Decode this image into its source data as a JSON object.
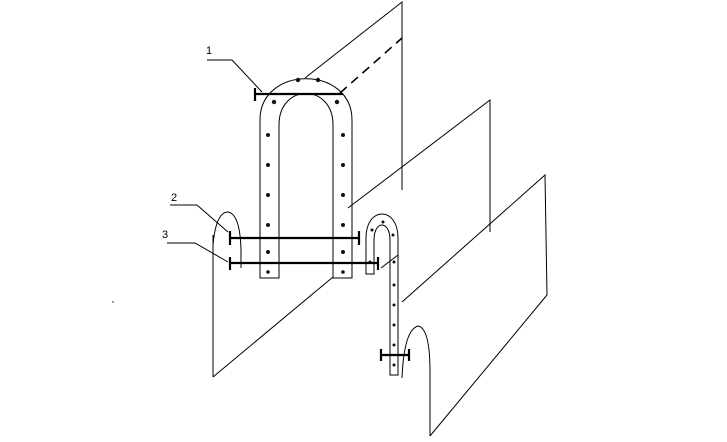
{
  "labels": {
    "one": "1",
    "two": "2",
    "three": "3"
  }
}
